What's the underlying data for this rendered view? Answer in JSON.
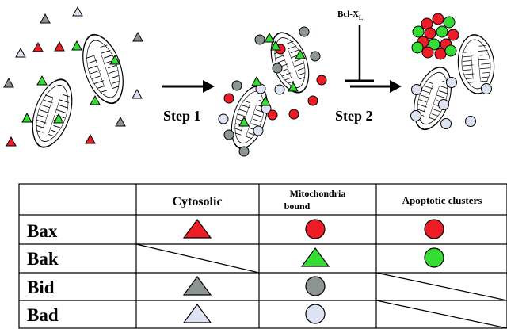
{
  "diagram": {
    "steps": [
      "Step 1",
      "Step 2"
    ],
    "inhibitor": {
      "name": "Bcl-X",
      "subscript": "L"
    }
  },
  "table": {
    "columns": [
      "Cytosolic",
      "Mitochondria",
      "bound",
      "Apoptotic clusters"
    ],
    "rows": [
      {
        "name": "Bax",
        "color": "#ee1c24"
      },
      {
        "name": "Bak",
        "color": "#33dd33"
      },
      {
        "name": "Bid",
        "color": "#8c9593"
      },
      {
        "name": "Bad",
        "color": "#dde3f2"
      }
    ]
  },
  "colors": {
    "bax": "#ee1c24",
    "bak": "#33dd33",
    "bid": "#8c9593",
    "bad": "#dde3f2",
    "outline": "#000000"
  }
}
